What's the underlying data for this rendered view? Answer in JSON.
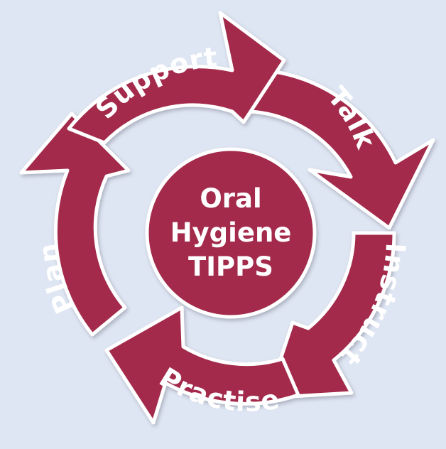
{
  "center": {
    "line1": "Oral",
    "line2": "Hygiene",
    "line3": "TIPPS"
  },
  "steps": [
    {
      "label": "Talk"
    },
    {
      "label": "Instruct"
    },
    {
      "label": "Practise"
    },
    {
      "label": "Plan"
    },
    {
      "label": "Support"
    }
  ],
  "colors": {
    "background": "#dfe6f3",
    "arrow": "#a3294b",
    "outline": "#ffffff",
    "text": "#ffffff"
  }
}
